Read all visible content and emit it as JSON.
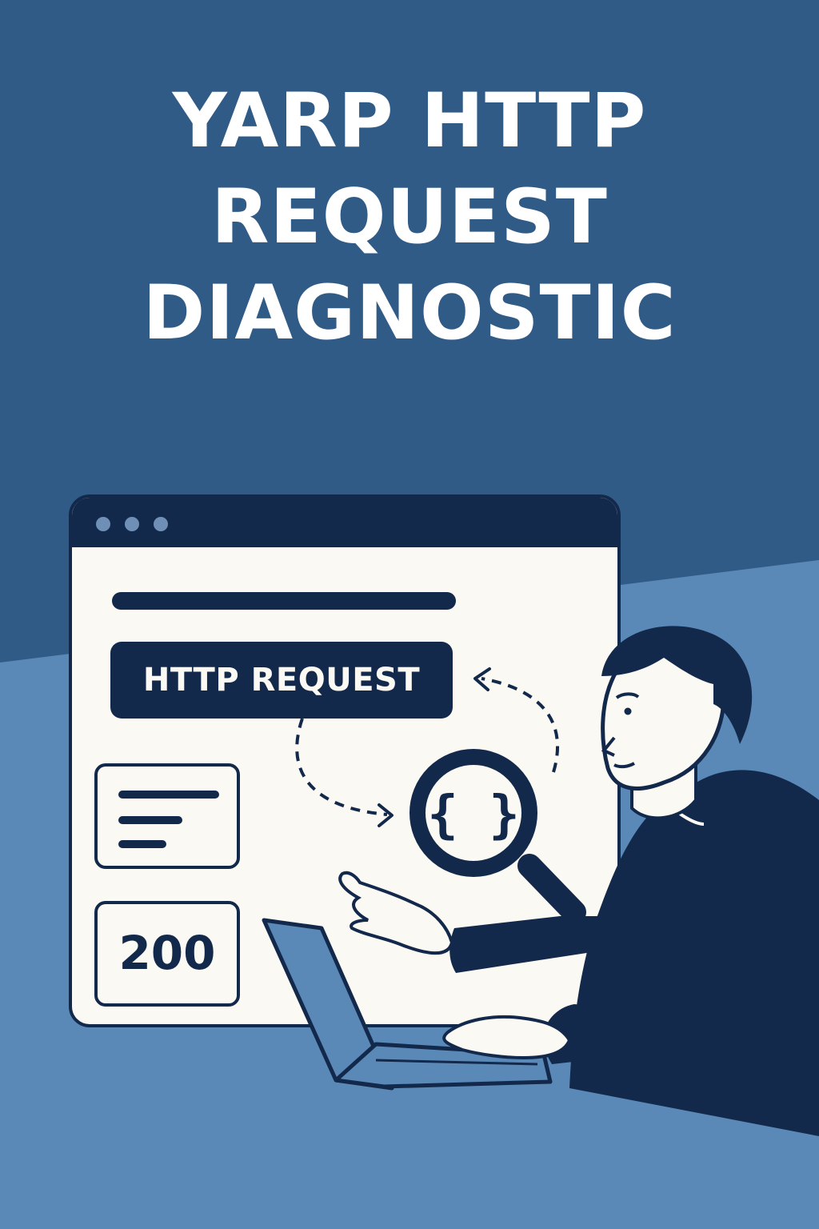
{
  "title": {
    "line1": "YARP HTTP",
    "line2": "REQUEST",
    "line3": "DIAGNOSTIC"
  },
  "browser": {
    "request_label": "HTTP REQUEST",
    "status_code": "200"
  },
  "colors": {
    "background_top": "#315b87",
    "background_bottom": "#5b89b7",
    "navy": "#13294b",
    "paper": "#fbf9f3",
    "window_dot": "#6f8fb6"
  },
  "icons": {
    "inspector": "magnifier-code-icon",
    "flow": "dashed-arrows"
  }
}
